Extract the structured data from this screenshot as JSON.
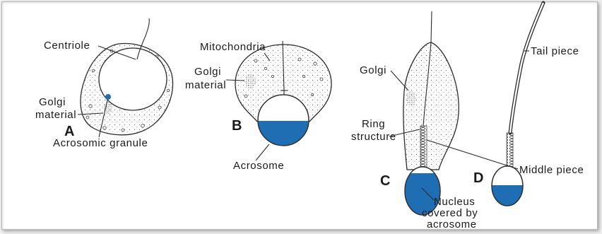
{
  "panel_a": {
    "letter": "A",
    "centriole_label": "Centriole",
    "golgi_label_line1": "Golgi",
    "golgi_label_line2": "material",
    "acrosomic_granule_label": "Acrosomic granule"
  },
  "panel_b": {
    "letter": "B",
    "mitochondria_label": "Mitochondria",
    "golgi_label_line1": "Golgi",
    "golgi_label_line2": "material",
    "acrosome_label": "Acrosome"
  },
  "panel_c": {
    "letter": "C",
    "golgi_label": "Golgi",
    "ring_label_line1": "Ring",
    "ring_label_line2": "structure",
    "nucleus_label_line1": "Nucleus",
    "nucleus_label_line2": "covered by",
    "nucleus_label_line3": "acrosome"
  },
  "panel_d": {
    "letter": "D",
    "tail_piece_label": "Tail piece",
    "middle_piece_label": "Middle piece"
  },
  "colors": {
    "acrosome": "#1f6db3",
    "outline": "#2b2b2b",
    "background": "#ffffff"
  }
}
